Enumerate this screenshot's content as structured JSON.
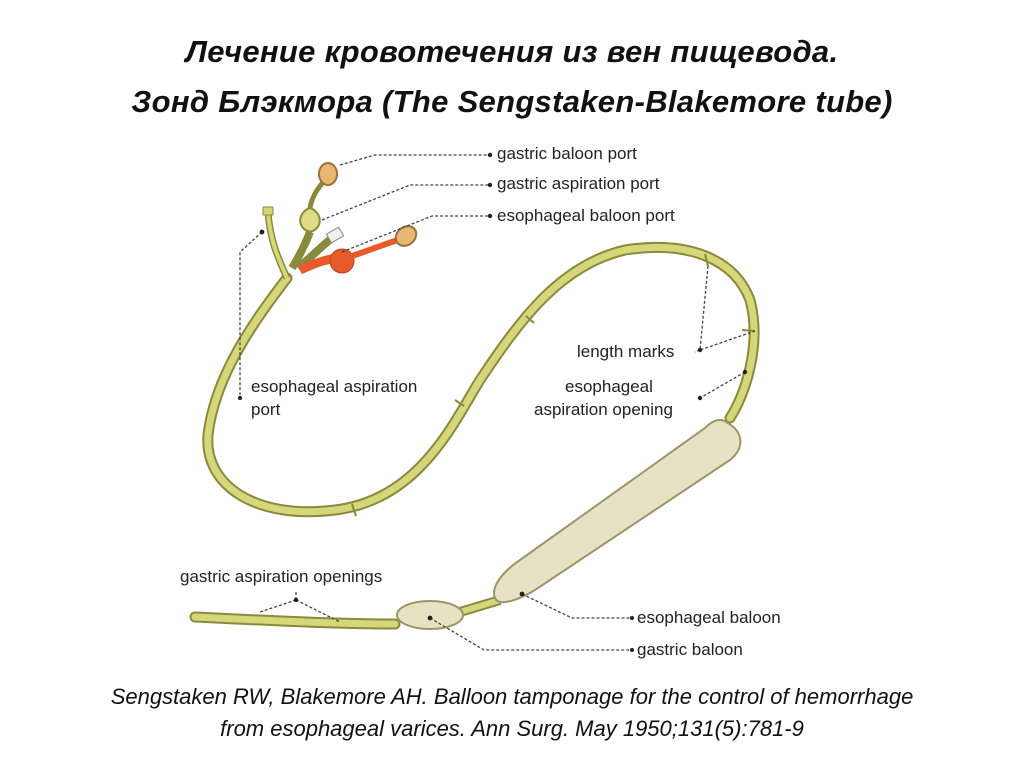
{
  "title": {
    "line1": "Лечение кровотечения из вен пищевода.",
    "line2": "Зонд Блэкмора  (The Sengstaken-Blakemore tube)"
  },
  "labels": {
    "gastric_balloon_port": "gastric baloon port",
    "gastric_aspiration_port": "gastric aspiration port",
    "esophageal_balloon_port": "esophageal baloon port",
    "length_marks": "length marks",
    "esophageal_aspiration_port_1": "esophageal aspiration",
    "esophageal_aspiration_port_2": "port",
    "esophageal_aspiration_opening_1": "esophageal",
    "esophageal_aspiration_opening_2": "aspiration opening",
    "gastric_aspiration_openings": "gastric aspiration openings",
    "esophageal_balloon": "esophageal baloon",
    "gastric_balloon": "gastric baloon"
  },
  "citation": {
    "line1": "Sengstaken RW, Blakemore AH. Balloon tamponage for the control of hemorrhage",
    "line2": "from esophageal varices. Ann Surg. May 1950;131(5):781-9"
  },
  "colors": {
    "tube": "#d6d67a",
    "tube_outline": "#8a8a3c",
    "balloon": "#e8e2c4",
    "port_orange": "#e85a2a",
    "leader": "#444444"
  }
}
